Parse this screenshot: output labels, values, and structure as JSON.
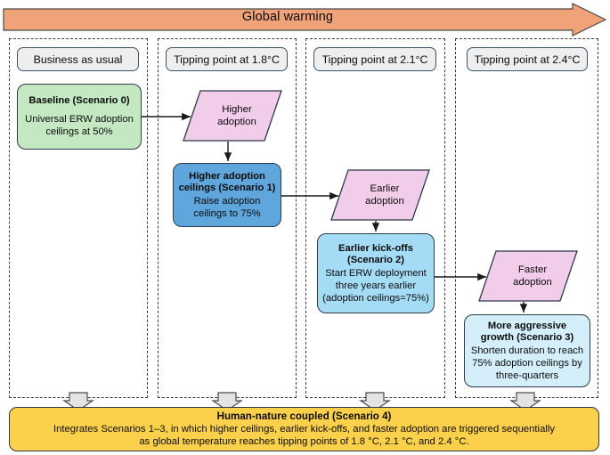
{
  "banner": {
    "label": "Global warming",
    "color": "#f0a278",
    "icon": "right-arrow-banner"
  },
  "columns": [
    {
      "header": "Business as usual"
    },
    {
      "header": "Tipping point at 1.8°C"
    },
    {
      "header": "Tipping point at 2.1°C"
    },
    {
      "header": "Tipping point at 2.4°C"
    }
  ],
  "nodes": {
    "baseline": {
      "title": "Baseline (Scenario 0)",
      "line1": "Universal ERW adoption",
      "line2": "ceilings at 50%",
      "color": "#c3e8c2"
    },
    "scenario1": {
      "title_line1": "Higher adoption",
      "title_line2": "ceilings (Scenario 1)",
      "line1": "Raise adoption",
      "line2": "ceilings to 75%",
      "color": "#5fa6dd"
    },
    "scenario2": {
      "title_line1": "Earlier kick-offs",
      "title_line2": "(Scenario 2)",
      "line1": "Start ERW deployment",
      "line2": "three years earlier",
      "line3": "(adoption ceilings=75%)",
      "color": "#a5dcf5"
    },
    "scenario3": {
      "title_line1": "More aggressive",
      "title_line2": "growth (Scenario 3)",
      "line1": "Shorten duration to reach",
      "line2": "75% adoption ceilings by",
      "line3": "three-quarters",
      "color": "#d4effa"
    }
  },
  "triggers": [
    {
      "line1": "Higher",
      "line2": "adoption",
      "color": "#f2cdea"
    },
    {
      "line1": "Earlier",
      "line2": "adoption",
      "color": "#f2cdea"
    },
    {
      "line1": "Faster",
      "line2": "adoption",
      "color": "#f2cdea"
    }
  ],
  "summary": {
    "title": "Human-nature coupled (Scenario 4)",
    "line1": "Integrates Scenarios 1–3, in which higher ceilings, earlier kick-offs, and faster adoption are triggered sequentially",
    "line2": "as global temperature reaches tipping points of 1.8 °C, 2.1 °C, and 2.4 °C.",
    "color": "#fbd14b"
  },
  "arrows": {
    "down_to_summary_count": 4,
    "down_arrow_fill": "#e3e3e3"
  }
}
